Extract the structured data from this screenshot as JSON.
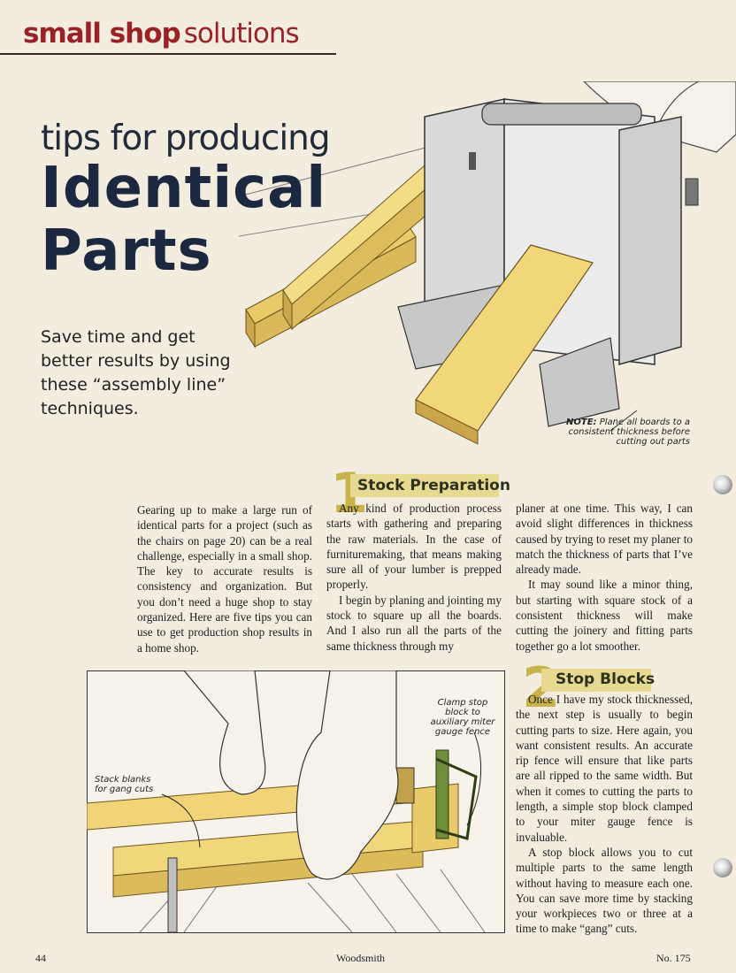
{
  "header": {
    "bold": "small shop",
    "light": "solutions"
  },
  "title": {
    "line1": "tips for producing",
    "line2": "Identical",
    "line3": "Parts"
  },
  "subtitle": "Save time and get better results by using these “assembly line” techniques.",
  "note": {
    "label": "NOTE:",
    "text": "Plane all boards to a consistent thickness before cutting out parts"
  },
  "intro": "Gearing up to make a large run of identical parts for a project (such as the chairs on page 20) can be a real challenge, especially in a small shop. The key to accurate results is consistency and organization. But you don’t need a huge shop to stay organized. Here are five tips you can use to get production shop results in a home shop.",
  "section1": {
    "number": "1",
    "title": "Stock Preparation",
    "col_a": [
      "Any kind of production process starts with gathering and preparing the raw materials. In the case of furnituremaking, that means making sure all of your lumber is prepped properly.",
      "I begin by planing and jointing my stock to square up all the boards. And I also run all the parts of the same thickness through my"
    ],
    "col_b": [
      "planer at one time. This way, I can avoid slight differences in thickness caused by trying to reset my planer to match the thickness of parts that I’ve already made.",
      "It may sound like a minor thing, but starting with square stock of a consistent thickness will make cutting the joinery and fitting parts together go a lot smoother."
    ]
  },
  "section2": {
    "number": "2",
    "title": "Stop Blocks",
    "paragraphs": [
      "Once I have my stock thicknessed, the next step is usually to begin cutting parts to size. Here again, you want consistent results. An accurate rip fence will ensure that like parts are all ripped to the same width. But when it comes to cutting the parts to length, a simple stop block clamped to your miter gauge fence is invaluable.",
      "A stop block allows you to cut multiple parts to the same length without having to measure each one. You can save more time by stacking your workpieces two or three at a time to make “gang” cuts."
    ]
  },
  "figure": {
    "label_stack": "Stack blanks for gang cuts",
    "label_clamp": "Clamp stop block to auxiliary miter gauge fence"
  },
  "footer": {
    "page": "44",
    "magazine": "Woodsmith",
    "issue": "No. 175"
  },
  "colors": {
    "header_red": "#9a2226",
    "title_navy": "#1c2740",
    "section_gold": "#c9b24a",
    "section_bar": "#e7d98f",
    "wood": "#f1d77a"
  }
}
